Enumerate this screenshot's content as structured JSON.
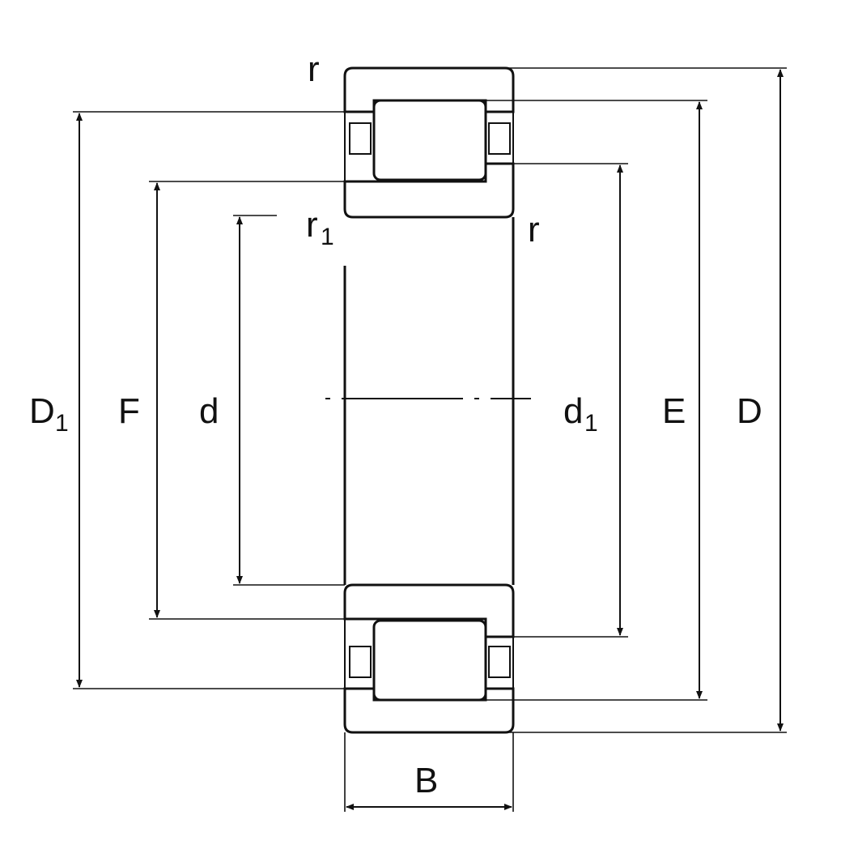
{
  "labels": {
    "r_top": "r",
    "r1_main": "r",
    "r1_sub": "1",
    "r_right": "r",
    "D1_main": "D",
    "D1_sub": "1",
    "F": "F",
    "d": "d",
    "d1_main": "d",
    "d1_sub": "1",
    "E": "E",
    "D": "D",
    "B": "B"
  },
  "colors": {
    "line": "#111111",
    "background": "#ffffff"
  }
}
